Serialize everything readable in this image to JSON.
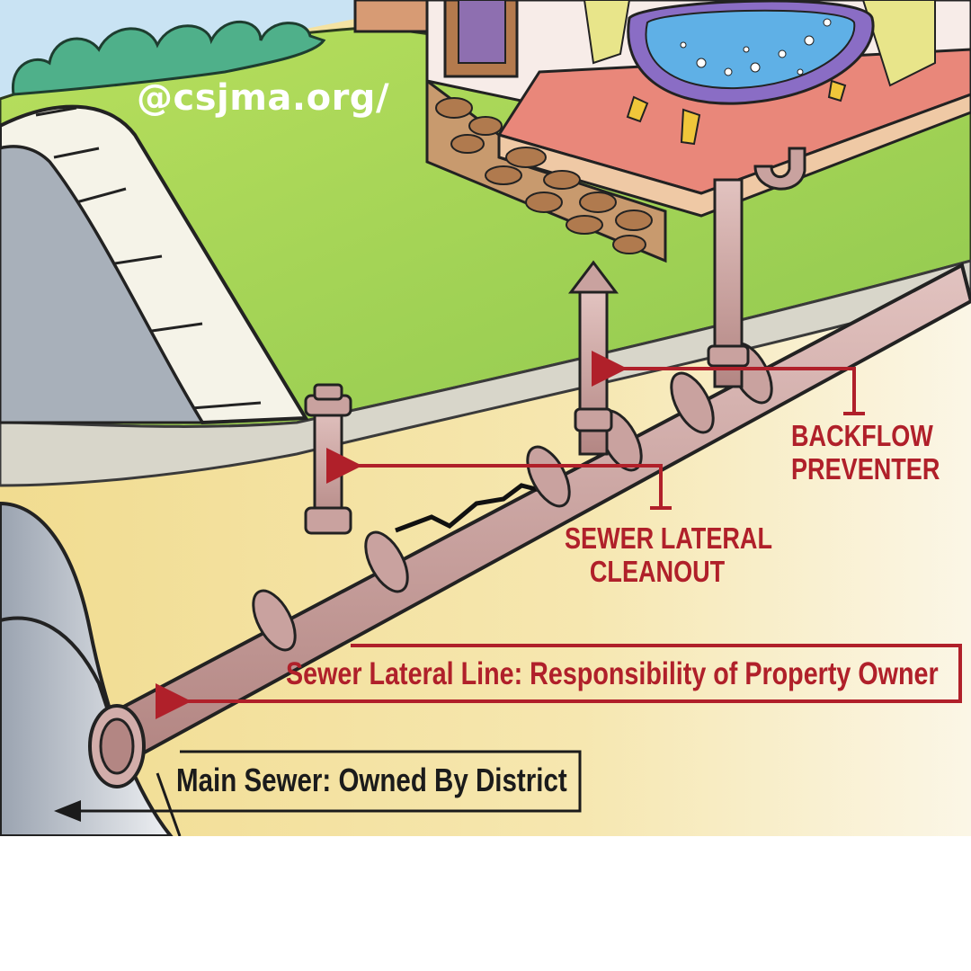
{
  "watermark": "@csjma.org/",
  "labels": {
    "backflow_line1": "BACKFLOW",
    "backflow_line2": "PREVENTER",
    "cleanout_line1": "SEWER LATERAL",
    "cleanout_line2": "CLEANOUT",
    "lateral_line": "Sewer Lateral Line: Responsibility of Property Owner",
    "main_sewer": "Main Sewer: Owned By District"
  },
  "colors": {
    "accent_red": "#b0202a",
    "pipe": "#c49a97",
    "lawn": "#9ccf4e",
    "soil": "#f4e4a6",
    "label_black": "#1b1b1b"
  }
}
